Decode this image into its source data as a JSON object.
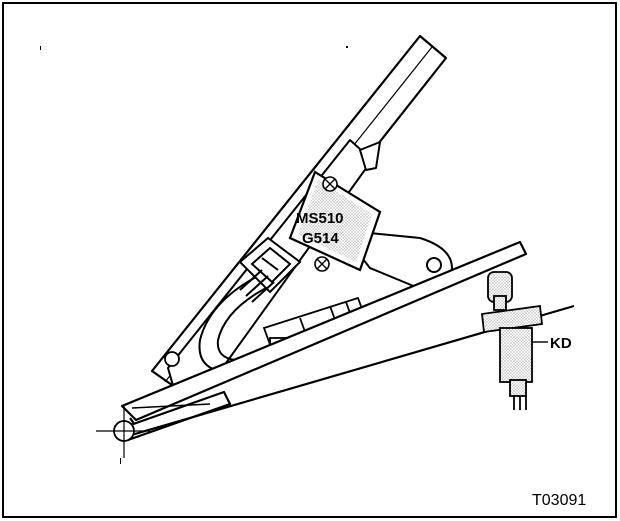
{
  "figure": {
    "module_label_line1": "MS510",
    "module_label_line2": "G514",
    "switch_label": "KD",
    "reference_code": "T03091"
  },
  "colors": {
    "ink": "#000000",
    "paper": "#ffffff",
    "stipple": "#8a8a8a"
  }
}
